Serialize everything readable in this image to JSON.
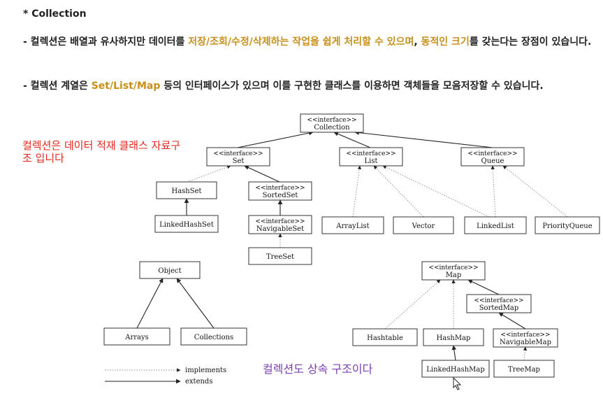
{
  "header": {
    "title": "* Collection"
  },
  "para1": {
    "t1": "- 컬렉션은 배열과 유사하지만 데이터를 ",
    "h1": "저장/조회/수정/삭제하는 작업을 쉽게 처리할 수 있으며",
    "t2": ", ",
    "h2": "동적인 크기",
    "t3": "를 갖는다는 장점이 있습니다."
  },
  "para2": {
    "t1": "- 컬렉션 계열은 ",
    "h1": "Set/List/Map",
    "t2": " 등의 인터페이스가 있으며 이를 구현한 클래스를 이용하면 객체들을 모음저장할 수 있습니다."
  },
  "notes": {
    "red": "컬렉션은 데이터 적재 클래스 자료구조 입니다",
    "red_color": "#e8261c",
    "purple": "컬렉션도 상속 구조이다",
    "purple_color": "#7a3fb0"
  },
  "nodes": {
    "collection": {
      "stereo": "<<interface>>",
      "label": "Collection"
    },
    "set": {
      "stereo": "<<interface>>",
      "label": "Set"
    },
    "list": {
      "stereo": "<<interface>>",
      "label": "List"
    },
    "queue": {
      "stereo": "<<interface>>",
      "label": "Queue"
    },
    "hashset": {
      "label": "HashSet"
    },
    "sortedset": {
      "stereo": "<<interface>>",
      "label": "SortedSet"
    },
    "linkedhashset": {
      "label": "LinkedHashSet"
    },
    "navigableset": {
      "stereo": "<<interface>>",
      "label": "NavigableSet"
    },
    "treeset": {
      "label": "TreeSet"
    },
    "arraylist": {
      "label": "ArrayList"
    },
    "vector": {
      "label": "Vector"
    },
    "linkedlist": {
      "label": "LinkedList"
    },
    "priorityqueue": {
      "label": "PriorityQueue"
    },
    "object": {
      "label": "Object"
    },
    "arrays": {
      "label": "Arrays"
    },
    "collections": {
      "label": "Collections"
    },
    "map": {
      "stereo": "<<interface>>",
      "label": "Map"
    },
    "sortedmap": {
      "stereo": "<<interface>>",
      "label": "SortedMap"
    },
    "hashtable": {
      "label": "Hashtable"
    },
    "hashmap": {
      "label": "HashMap"
    },
    "navigablemap": {
      "stereo": "<<interface>>",
      "label": "NavigableMap"
    },
    "linkedhashmap": {
      "label": "LinkedHashMap"
    },
    "treemap": {
      "label": "TreeMap"
    }
  },
  "legend": {
    "implements": "implements",
    "extends": "extends"
  }
}
